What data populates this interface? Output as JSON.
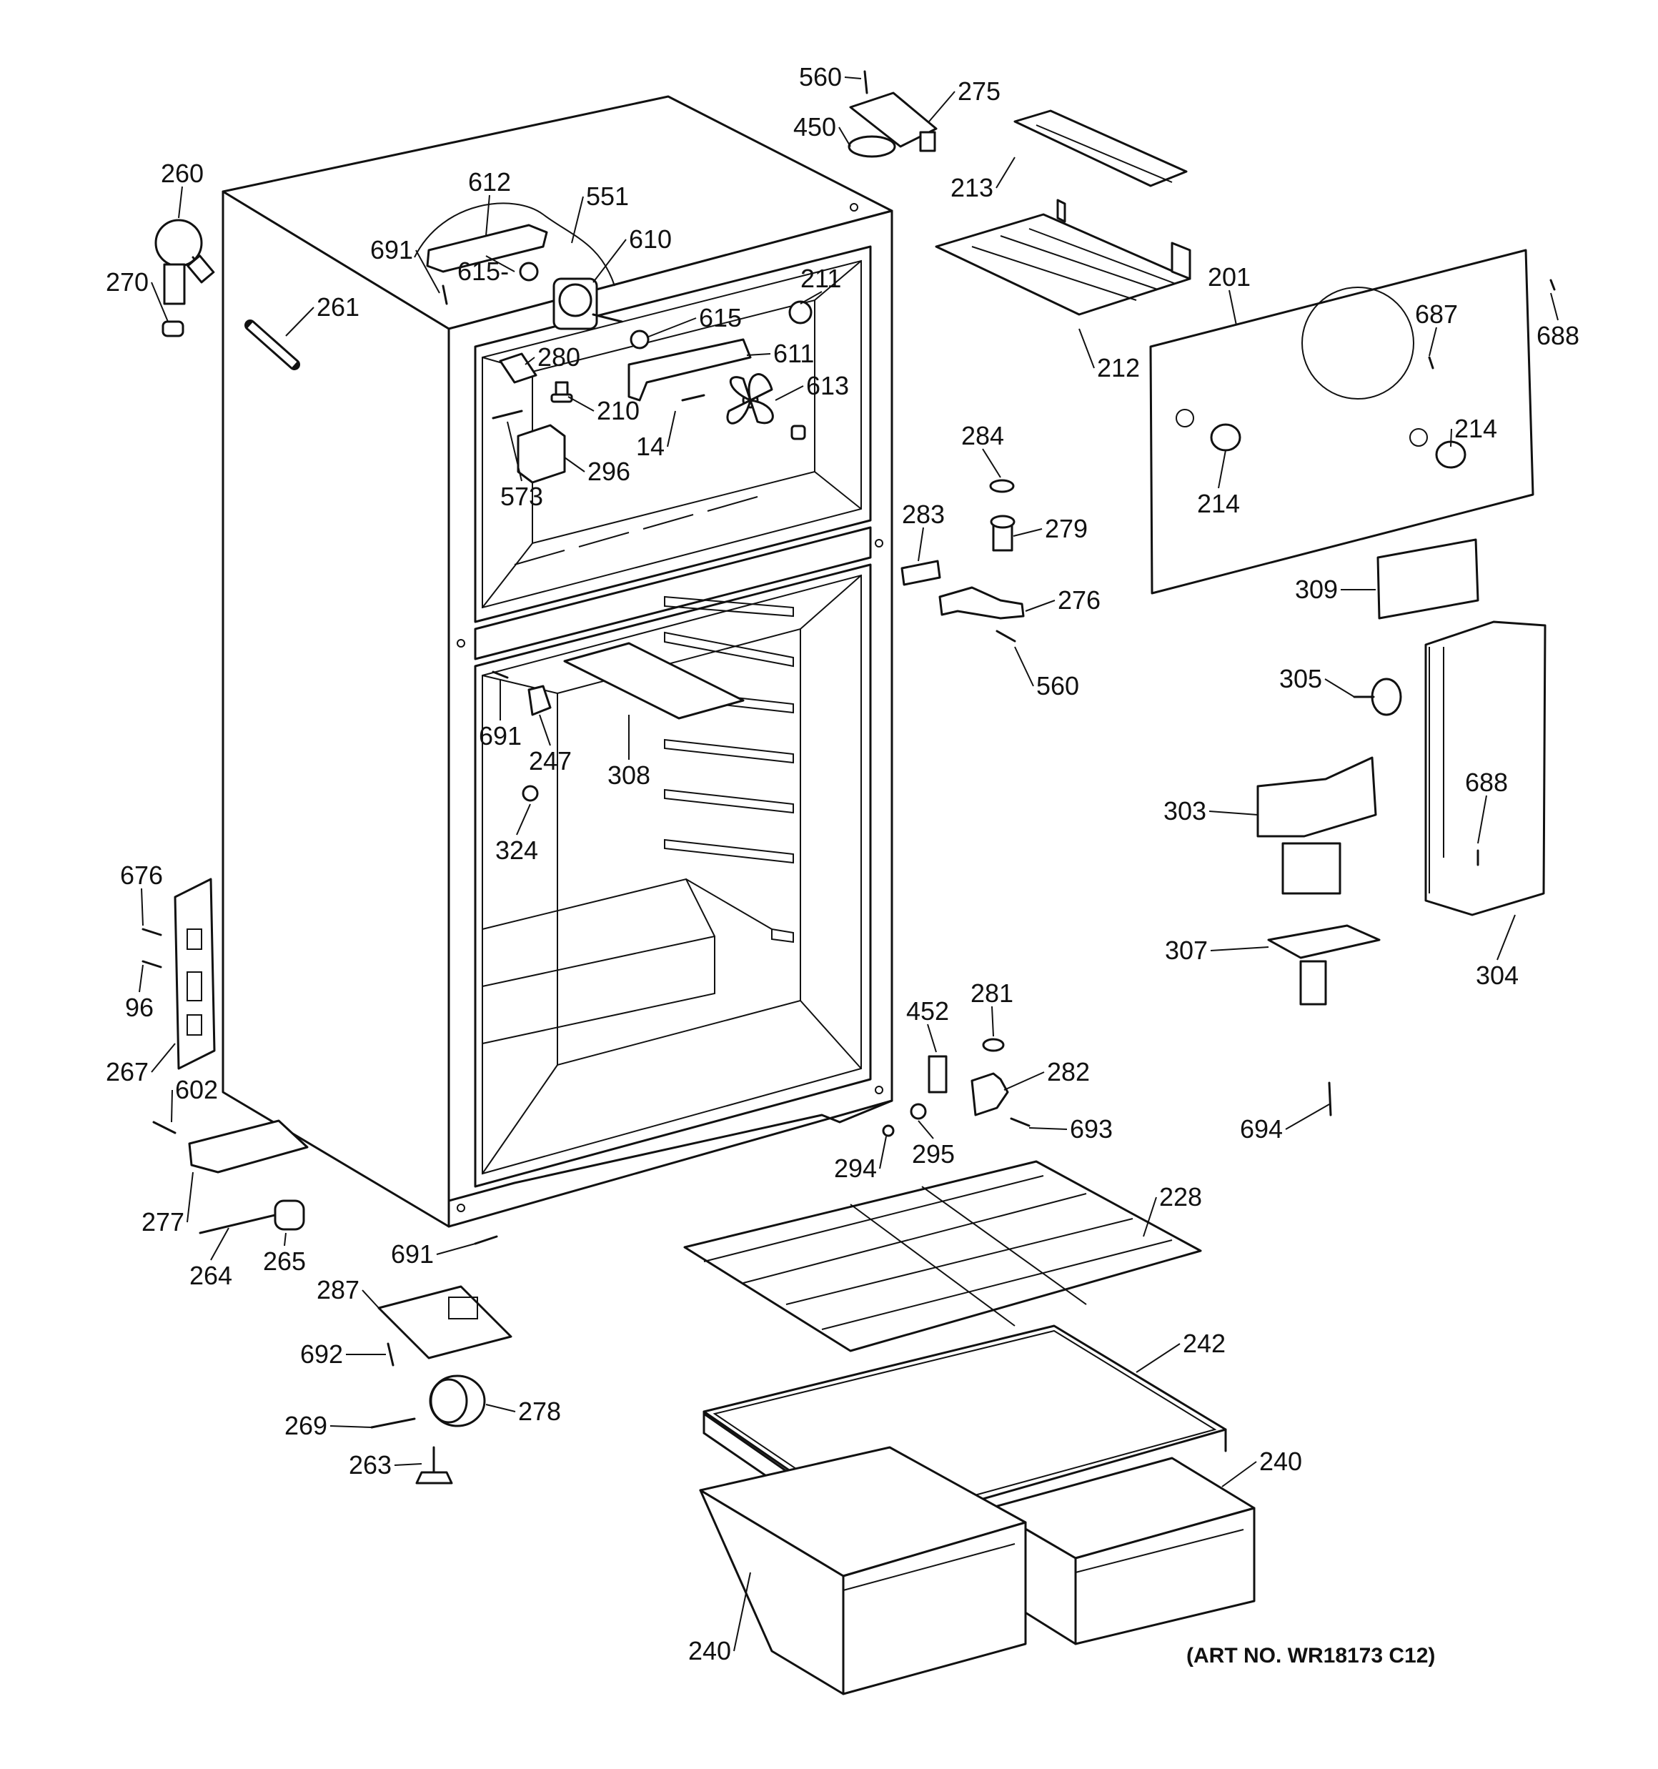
{
  "art_number": "(ART NO. WR18173 C12)",
  "callouts": [
    {
      "id": "560a",
      "text": "560"
    },
    {
      "id": "275",
      "text": "275"
    },
    {
      "id": "450",
      "text": "450"
    },
    {
      "id": "213",
      "text": "213"
    },
    {
      "id": "260",
      "text": "260"
    },
    {
      "id": "612",
      "text": "612"
    },
    {
      "id": "551",
      "text": "551"
    },
    {
      "id": "610",
      "text": "610"
    },
    {
      "id": "691a",
      "text": "691"
    },
    {
      "id": "615a",
      "text": "615-"
    },
    {
      "id": "270",
      "text": "270"
    },
    {
      "id": "211",
      "text": "211"
    },
    {
      "id": "201",
      "text": "201"
    },
    {
      "id": "688a",
      "text": "688"
    },
    {
      "id": "261",
      "text": "261"
    },
    {
      "id": "615b",
      "text": "615"
    },
    {
      "id": "687",
      "text": "687"
    },
    {
      "id": "611",
      "text": "611"
    },
    {
      "id": "212",
      "text": "212"
    },
    {
      "id": "280",
      "text": "280"
    },
    {
      "id": "613",
      "text": "613"
    },
    {
      "id": "210",
      "text": "210"
    },
    {
      "id": "284",
      "text": "284"
    },
    {
      "id": "214a",
      "text": "214"
    },
    {
      "id": "14",
      "text": "14"
    },
    {
      "id": "296",
      "text": "296"
    },
    {
      "id": "214b",
      "text": "214"
    },
    {
      "id": "573",
      "text": "573"
    },
    {
      "id": "283",
      "text": "283"
    },
    {
      "id": "279",
      "text": "279"
    },
    {
      "id": "276",
      "text": "276"
    },
    {
      "id": "309",
      "text": "309"
    },
    {
      "id": "560b",
      "text": "560"
    },
    {
      "id": "305",
      "text": "305"
    },
    {
      "id": "691b",
      "text": "691"
    },
    {
      "id": "247",
      "text": "247"
    },
    {
      "id": "308",
      "text": "308"
    },
    {
      "id": "303",
      "text": "303"
    },
    {
      "id": "688b",
      "text": "688"
    },
    {
      "id": "324",
      "text": "324"
    },
    {
      "id": "676",
      "text": "676"
    },
    {
      "id": "307",
      "text": "307"
    },
    {
      "id": "304",
      "text": "304"
    },
    {
      "id": "96",
      "text": "96"
    },
    {
      "id": "452",
      "text": "452"
    },
    {
      "id": "281",
      "text": "281"
    },
    {
      "id": "267",
      "text": "267"
    },
    {
      "id": "282",
      "text": "282"
    },
    {
      "id": "602",
      "text": "602"
    },
    {
      "id": "693",
      "text": "693"
    },
    {
      "id": "694",
      "text": "694"
    },
    {
      "id": "294",
      "text": "294"
    },
    {
      "id": "295",
      "text": "295"
    },
    {
      "id": "277",
      "text": "277"
    },
    {
      "id": "228",
      "text": "228"
    },
    {
      "id": "691c",
      "text": "691"
    },
    {
      "id": "264",
      "text": "264"
    },
    {
      "id": "265",
      "text": "265"
    },
    {
      "id": "287",
      "text": "287"
    },
    {
      "id": "242",
      "text": "242"
    },
    {
      "id": "692",
      "text": "692"
    },
    {
      "id": "278",
      "text": "278"
    },
    {
      "id": "269",
      "text": "269"
    },
    {
      "id": "263",
      "text": "263"
    },
    {
      "id": "240a",
      "text": "240"
    },
    {
      "id": "240b",
      "text": "240"
    }
  ]
}
